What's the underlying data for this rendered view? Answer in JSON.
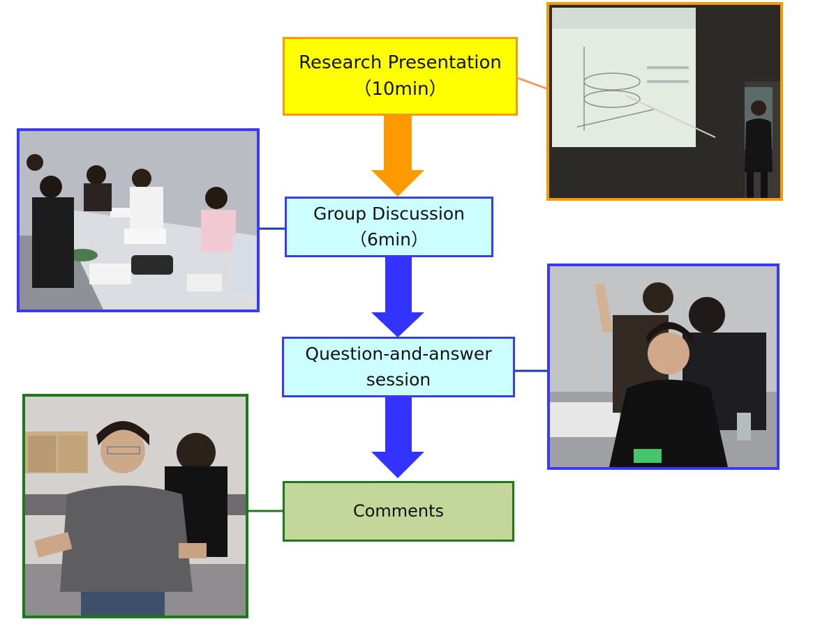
{
  "steps": {
    "research": {
      "line1": "Research Presentation",
      "line2": "（10min）"
    },
    "group": {
      "line1": "Group Discussion",
      "line2": "（6min）"
    },
    "qa": {
      "line1": "Question-and-answer",
      "line2": "session"
    },
    "comments": {
      "line1": "Comments"
    }
  },
  "colors": {
    "research_fill": "#ffff00",
    "research_border": "#f79a00",
    "group_fill": "#ccffff",
    "group_border": "#3a3af5",
    "qa_fill": "#ccffff",
    "qa_border": "#3a3af5",
    "comments_fill": "#c4d79b",
    "comments_border": "#1a7a1a",
    "arrow_orange": "#ff9900",
    "arrow_blue": "#3333ff"
  }
}
